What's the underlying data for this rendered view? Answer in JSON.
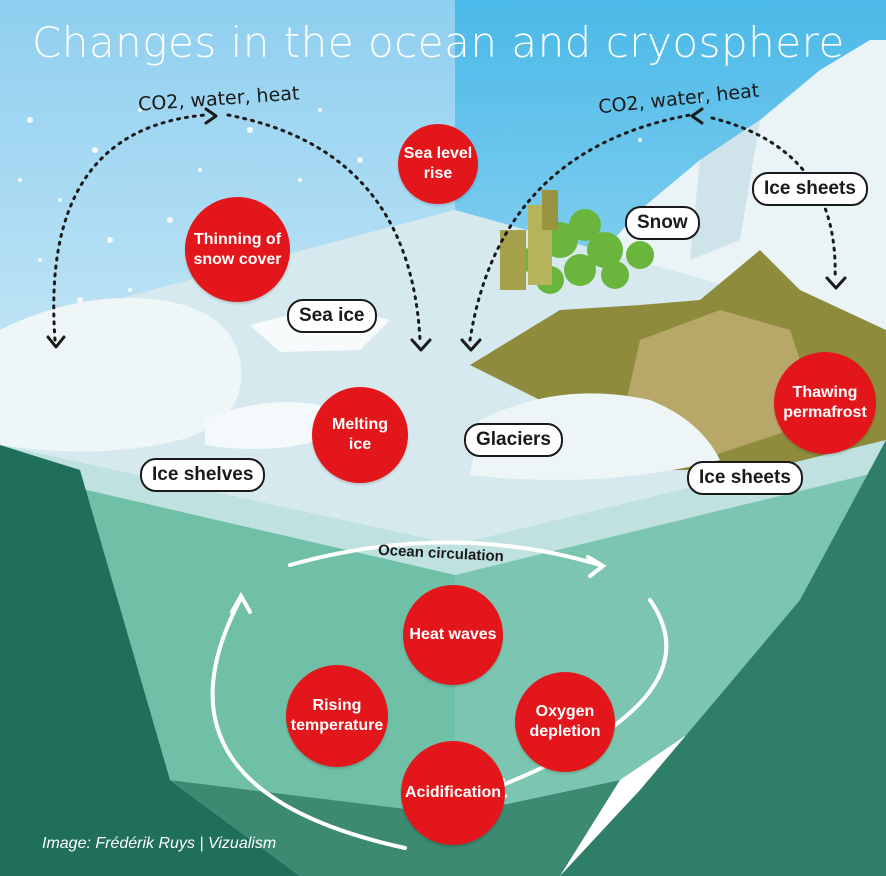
{
  "title": "Changes in the ocean and cryosphere",
  "cycle_labels": {
    "left": "CO2, water, heat",
    "right": "CO2, water, heat"
  },
  "impacts": {
    "sea_level_rise": "Sea level\nrise",
    "thinning_snow": "Thinning of\nsnow cover",
    "melting_ice": "Melting\nice",
    "thawing_permafrost": "Thawing\npermafrost",
    "heat_waves": "Heat waves",
    "rising_temperature": "Rising\ntemperature",
    "oxygen_depletion": "Oxygen\ndepletion",
    "acidification": "Acidification"
  },
  "components": {
    "sea_ice": "Sea ice",
    "ice_shelves": "Ice shelves",
    "glaciers": "Glaciers",
    "snow": "Snow",
    "ice_sheets_top": "Ice sheets",
    "ice_sheets_bottom": "Ice sheets"
  },
  "ocean_label": "Ocean circulation",
  "credit": "Image: Frédérik Ruys | Vizualism",
  "colors": {
    "impact_red": "#e3171b",
    "sky_left": "#9fd6ef",
    "sky_right": "#56c0ea",
    "deep_sea": "#1f6f5a",
    "ice_surface": "#d7eaef"
  }
}
